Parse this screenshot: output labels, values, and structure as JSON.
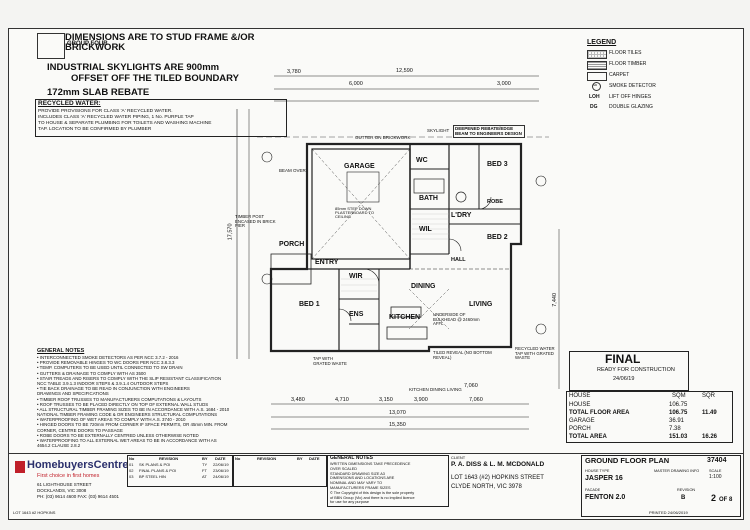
{
  "notices": {
    "stud_frame": "DIMENSIONS ARE TO STUD FRAME &/OR BRICKWORK",
    "skylights": "INDUSTRIAL SKYLIGHTS ARE 900mm",
    "tiled_boundary": "OFFSET OFF THE TILED BOUNDARY",
    "slab_rebate": "172mm SLAB REBATE",
    "stamp_caption": "GROUP FOUR"
  },
  "recycled_water": {
    "title": "RECYCLED WATER:",
    "lines": [
      "PROVIDE PROVISIONS FOR CLASS 'A' RECYCLED WATER.",
      "INCLUDES CLASS 'A' RECYCLED WATER PIPING, 1 No. PURPLE TAP",
      "TO HOUSE & SEPARATE PLUMBING FOR TOILETS AND WASHING MACHINE",
      "TAP. LOCATION TO BE CONFIRMED BY PLUMBER"
    ]
  },
  "legend": {
    "title": "LEGEND",
    "items": [
      {
        "label": "FLOOR TILES"
      },
      {
        "label": "FLOOR TIMBER"
      },
      {
        "label": "CARPET"
      },
      {
        "code": "SD",
        "label": "SMOKE DETECTOR"
      },
      {
        "code": "LOH",
        "label": "LIFT OFF HINGES"
      },
      {
        "code": "DG",
        "label": "DOUBLE GLAZING"
      }
    ]
  },
  "rooms": {
    "garage": "GARAGE",
    "bed1": "BED 1",
    "bed2": "BED 2",
    "bed3": "BED 3",
    "bath": "BATH",
    "wc": "WC",
    "robe": "ROBE",
    "ldry": "L'DRY",
    "wil": "WIL",
    "porch": "PORCH",
    "entry": "ENTRY",
    "wir": "WIR",
    "ens": "ENS",
    "dining": "DINING",
    "living": "LIVING",
    "kitchen": "KITCHEN",
    "hall": "HALL"
  },
  "plan_notes": {
    "skylight": "SKYLIGHT",
    "gutter": "GUTTER ON BRICKWORK",
    "rebate_beam": "DEEPENED REBATE/EDGE BEAM TO ENGINEERS DESIGN",
    "beam_over": "BEAM OVER",
    "timber_post": "TIMBER POST ENCASED IN BRICK PIER",
    "tiled_reveal": "TILED REVEAL (NO BOTTOM REVEAL)",
    "garden_tap": "TAP WITH GRATED WASTE",
    "recycled_tap": "RECYCLED WATER TAP WITH GRATED WASTE",
    "bulkhead": "UNDERSIDE OF BULKHEAD @ 2460mm AFFL",
    "step_down": "85mm STEP DOWN PLASTERBOARD TO CEILING",
    "kitchen_step": "KITCHEN DINING LIVING"
  },
  "dimensions": {
    "top_overall": "12,590",
    "top_a": "3,780",
    "top_b": "3,000",
    "garage": "6,000",
    "bottom_overall": "15,350",
    "bottom_a": "13,070",
    "bottom_b": "7,060",
    "left_overall": "17,570",
    "right_overall": "7,440",
    "bottom_row": [
      "3,480",
      "4,710",
      "3,150",
      "3,900",
      "7,060"
    ]
  },
  "general_notes": {
    "title": "GENERAL NOTES",
    "lines": [
      "• INTERCONNECTED SMOKE DETECTORS AS PER NCC 3.7.2 - 2016",
      "• PROVIDE REMOVABLE HINGES TO WC DOORS PER NCC 3.8.3.3",
      "• TEMP. COMPUTERS TO BE USED UNTIL CONNECTED TO SW DRAIN",
      "• GUTTERS & DRAINAGE TO COMPLY WITH AS 3500",
      "• STAIR TREADS AND RISERS TO COMPLY WITH THE SLIP RESISTANT CLASSIFICATION",
      "  NCC TABLE 3.9.1.3 INDOOR STEPS & 3.9.1.4 OUTDOOR STEPS",
      "• TIE BACK DRAINAGE TO BE READ IN CONJUNCTION WITH ENGINEERS",
      "  DRAWINGS AND SPECIFICATIONS",
      "• TIMBER ROOF TRUSSES TO MANUFACTURERS COMPUTATIONS & LAYOUTS",
      "• ROOF TRUSSES TO BE PLACED DIRECTLY ON TOP OF EXTERNAL WALL STUDS",
      "• ALL STRUCTURAL TIMBER FRAMING SIZES TO BE IN ACCORDANCE WITH A.S. 1684 - 2010",
      "  NATIONAL TIMBER FRAMING CODE & OR ENGINEERS STRUCTURAL COMPUTATIONS",
      "• WATERPROOFING OF WET AREAS TO COMPLY WITH A.S. 3740 - 2010",
      "• HINGED DOORS TO BE 720mm FROM CORNER IF SPACE PERMITS, OR 45mm MIN. FROM",
      "  CORNER, CENTRE DOORS TO PASSAGE",
      "• ROBE DOORS TO BE EXTERNALLY CENTRED UNLESS OTHERWISE NOTED",
      "• WATERPROOFING TO ALL EXTERNAL WET AREAS TO BE IN ACCORDANCE WITH AS",
      "  4654.2 CLAUSE 2.8.2"
    ]
  },
  "final_stamp": {
    "title": "FINAL",
    "subtitle": "READY FOR CONSTRUCTION",
    "date": "24/06/19"
  },
  "areas": {
    "header": [
      "HOUSE",
      "SQM",
      "SQR"
    ],
    "rows": [
      {
        "label": "HOUSE",
        "sqm": "106.75",
        "sqr": ""
      },
      {
        "label": "TOTAL FLOOR AREA",
        "sqm": "106.75",
        "sqr": "11.49"
      },
      {
        "label": "GARAGE",
        "sqm": "36.91",
        "sqr": ""
      },
      {
        "label": "PORCH",
        "sqm": "7.38",
        "sqr": ""
      },
      {
        "label": "TOTAL AREA",
        "sqm": "151.03",
        "sqr": "16.26"
      }
    ]
  },
  "title_block": {
    "company": "HomebuyersCentre",
    "tagline": "First choice in first homes",
    "address1": "61 LIGHTHOUSE STREET",
    "address2": "DOCKLANDS, VIC 3008",
    "phone": "PH: (03) 9614 4600  FAX: (03) 9614 4501",
    "revisions": [
      {
        "no": "01",
        "desc": "SK PLANS & POI",
        "by": "TY",
        "date": "22/06/19"
      },
      {
        "no": "02",
        "desc": "FINAL PLANS & POI",
        "by": "FT",
        "date": "23/06/19"
      },
      {
        "no": "03",
        "desc": "BP STEEL HIN",
        "by": "AT",
        "date": "24/06/19"
      }
    ],
    "rev_headers": [
      "No",
      "REVISION",
      "BY",
      "DATE"
    ],
    "rev_headers2": [
      "No",
      "REVISION",
      "BY",
      "DATE"
    ],
    "notes_title": "GENERAL NOTES",
    "notes_lines": [
      "WRITTEN DIMENSIONS TAKE PRECEDENCE",
      "OVER SCALED",
      "STANDARD DRAWING SIZE A3",
      "DIMENSIONS AND LOCATIONS ARE",
      "NOMINAL AND MAY VARY TO",
      "MANUFACTURERS FRAME SIZES",
      "© The Copyright of this design is the sole property",
      "of BBN Group (Vic) and there is no implied licence",
      "for use for any purpose"
    ],
    "client_label": "CLIENT",
    "client": "P. A. DISS & L. M. MCDONALD",
    "lot": "LOT 1643 (#2) HOPKINS STREET",
    "suburb": "CLYDE NORTH,  VIC 3978",
    "sheet_title": "GROUND FLOOR PLAN",
    "job_no": "37404",
    "house_type_label": "HOUSE TYPE",
    "house_type": "JASPER 16",
    "facade_label": "FACADE",
    "facade": "FENTON 2.0",
    "master_label": "MASTER DRAWING INFO",
    "scale_label": "SCALE",
    "scale": "1:100",
    "revision_label": "REVISION",
    "revision": "B",
    "sheet_no": "2",
    "sheet_of": "OF 8"
  },
  "footer": {
    "left": "LOT 1643 #2 HOPKINS",
    "right": "PRINTED 24/06/2019"
  }
}
